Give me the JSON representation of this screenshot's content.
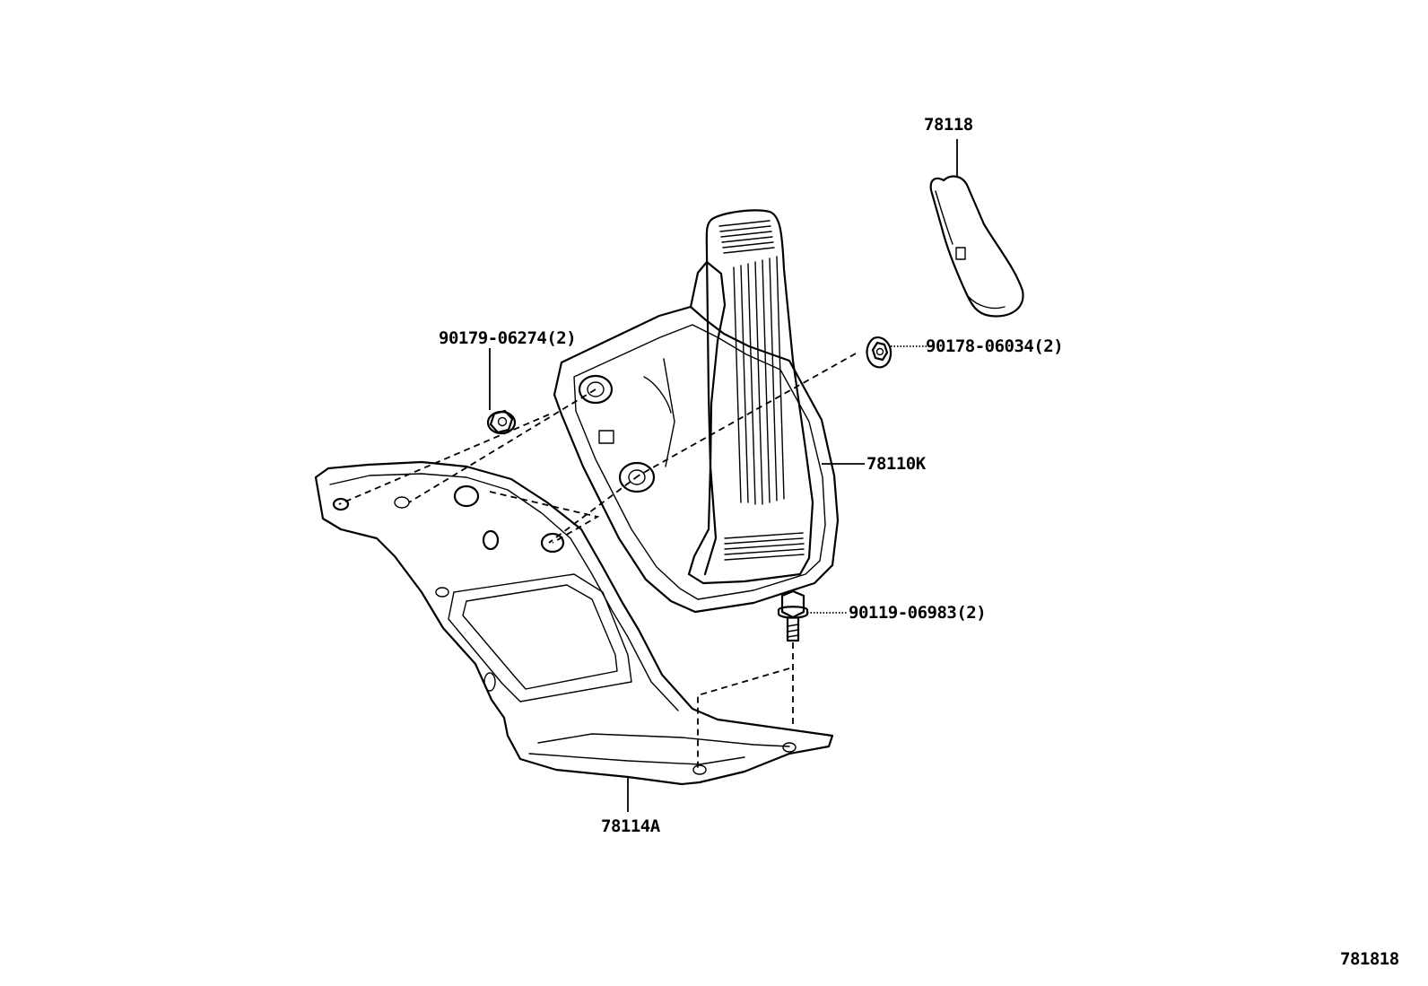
{
  "diagram_id": "781818",
  "parts": [
    {
      "key": "pedal_pad",
      "part_number": "78118"
    },
    {
      "key": "nut_right",
      "part_number": "90178-06034(2)"
    },
    {
      "key": "nut_left",
      "part_number": "90179-06274(2)"
    },
    {
      "key": "pedal_assembly",
      "part_number": "78110K"
    },
    {
      "key": "bolt",
      "part_number": "90119-06983(2)"
    },
    {
      "key": "bracket",
      "part_number": "78114A"
    }
  ]
}
